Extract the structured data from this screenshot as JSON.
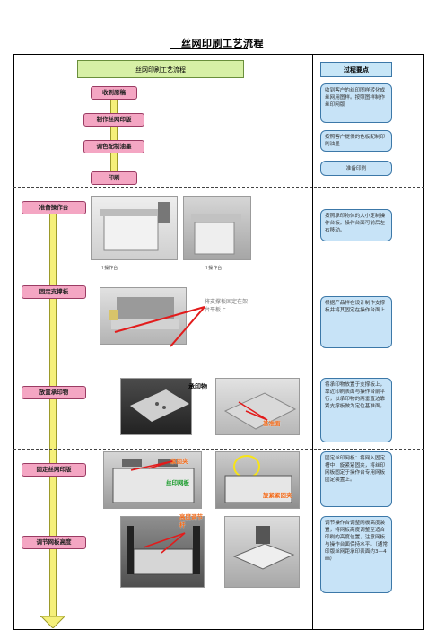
{
  "title": "丝网印刷工艺流程",
  "header": {
    "left": "丝网印刷工艺流程",
    "right": "过程要点"
  },
  "overview_steps": [
    "收到原稿",
    "制作丝网印版",
    "调色配制油墨",
    "印刷"
  ],
  "overview_notes": [
    "收到客户的丝印图样转化成丝网用图样。按照图样制作丝印网版",
    "按照客户提供的色板配制印刷油墨",
    "准备印刷"
  ],
  "steps": [
    {
      "label": "准备操作台",
      "note": "按照承印物体的大小定制操作台板。操作台面可前后左右移动。",
      "caption_a": "操作台",
      "caption_b": "操作台"
    },
    {
      "label": "固定支撑板",
      "note": "根据产品样在设计制作支撑板并将其固定在操作台面上",
      "callout": "将支撑板固定在架台平板上"
    },
    {
      "label": "放置承印物",
      "note": "将承印物放置于支撑板上，靠近印刷表面与操作台前平行，以承印物的两垂直边靠紧支撑板做为定位基准面。",
      "label_a": "承印物",
      "label_b": "基准面"
    },
    {
      "label": "固定丝网印版",
      "note": "固定丝印网板：将网入固定槽中，旋紧紧固夹，将丝印网板固定于操作台专用网板固定装置上。",
      "label_a": "紧固夹",
      "label_b": "丝印网板",
      "label_c": "旋紧紧固夹"
    },
    {
      "label": "调节网板高度",
      "note": "调节操作台调整网板高度装置，将网板高度调整至适合印刷的高度位置，注意网板与操作台面保持水平。（通常印版丝网距承印表面约3—4㎜）",
      "label_a": "高度调节杆"
    }
  ]
}
